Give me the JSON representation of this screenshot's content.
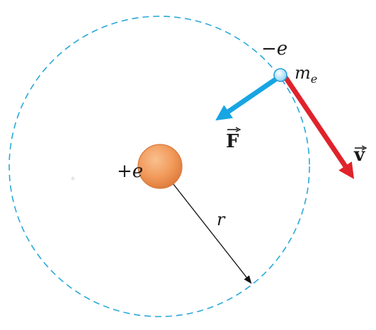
{
  "labels": {
    "nucleus_charge": "+e",
    "electron_charge": "−e",
    "electron_mass_base": "m",
    "electron_mass_sub": "e",
    "force": "F",
    "velocity": "v",
    "radius": "r"
  },
  "colors": {
    "orbit": "#29a9d9",
    "force_arrow": "#17a5e3",
    "velocity_arrow": "#e0222b",
    "nucleus_fill": "#f29b5c",
    "nucleus_edge": "#d9783a",
    "electron_fill": "#bfe6f7",
    "electron_edge": "#2a9fd6",
    "radius_line": "#111111"
  }
}
